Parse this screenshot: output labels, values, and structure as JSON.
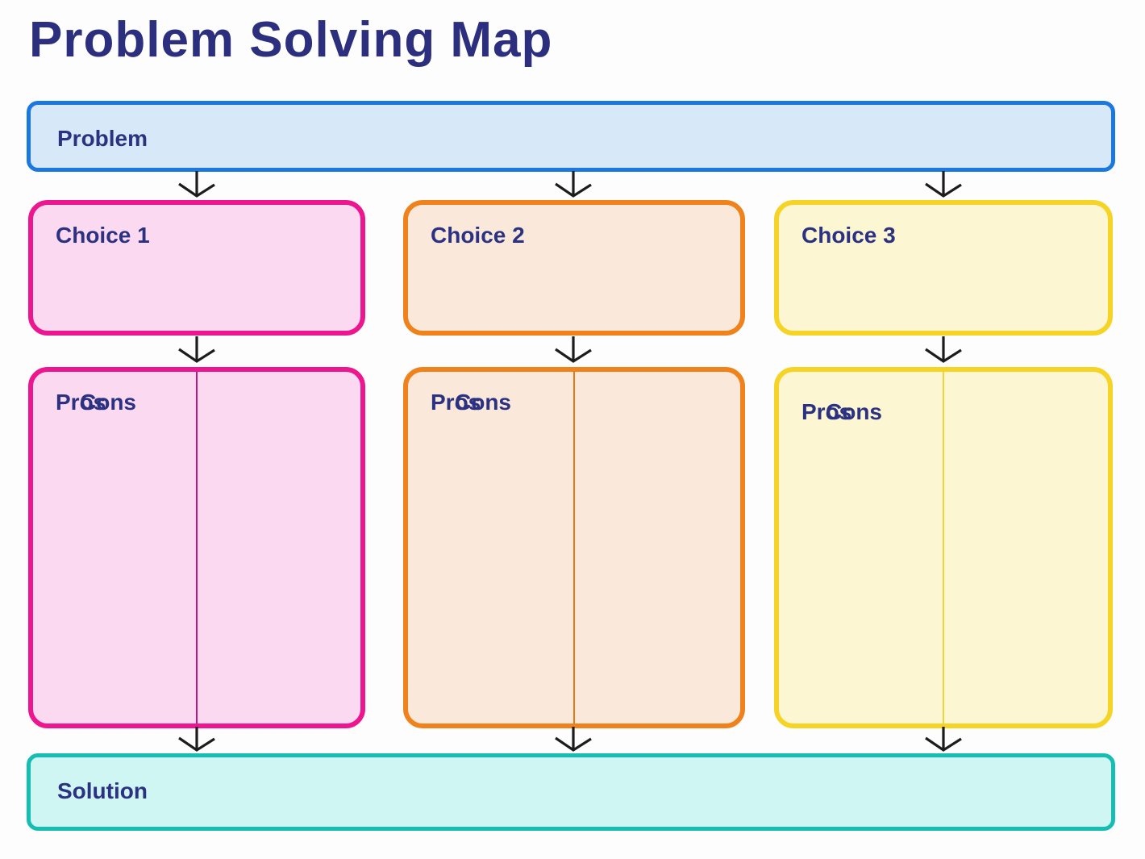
{
  "title": "Problem Solving Map",
  "colors": {
    "background": "#fdfdfd",
    "title_text": "#2b2f7e",
    "label_text": "#2b3282",
    "arrow": "#1c1c1c",
    "problem": {
      "border": "#1a78df",
      "fill": "#d7e9f8"
    },
    "choice1": {
      "border": "#ec168f",
      "fill": "#fbd9f0",
      "divider": "#c4147e"
    },
    "choice2": {
      "border": "#f0821c",
      "fill": "#fae8da",
      "divider": "#e87a16"
    },
    "choice3": {
      "border": "#f5d425",
      "fill": "#fcf6d3",
      "divider": "#efd53c"
    },
    "solution": {
      "border": "#16bdb3",
      "fill": "#d0f6f3"
    }
  },
  "nodes": {
    "problem": {
      "label": "Problem"
    },
    "choices": [
      {
        "label": "Choice 1",
        "pros_label": "Pros",
        "cons_label": "Cons"
      },
      {
        "label": "Choice 2",
        "pros_label": "Pros",
        "cons_label": "Cons"
      },
      {
        "label": "Choice 3",
        "pros_label": "Pros",
        "cons_label": "Cons"
      }
    ],
    "solution": {
      "label": "Solution"
    }
  }
}
